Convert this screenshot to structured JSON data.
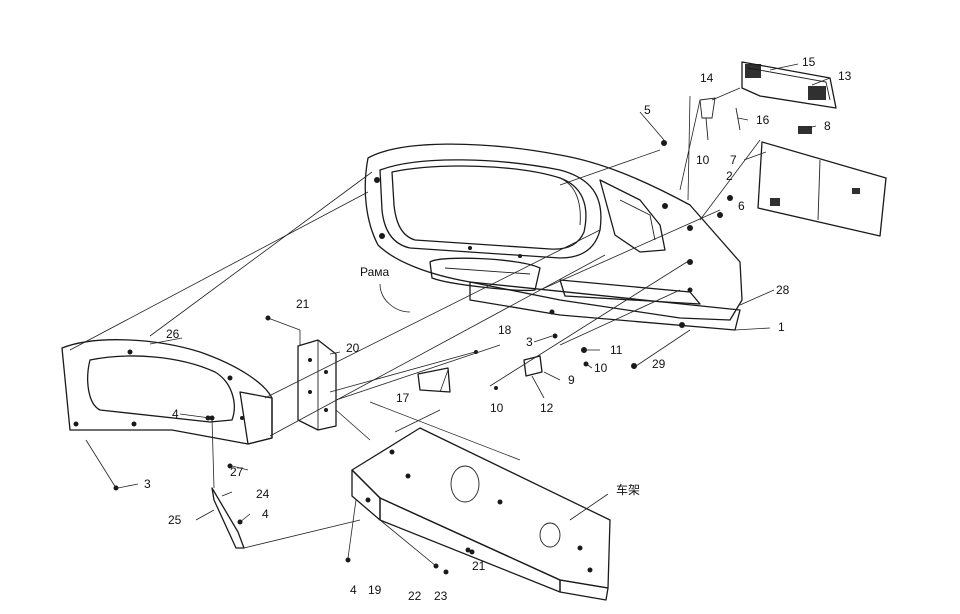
{
  "callouts": [
    {
      "id": "c1",
      "text": "1"
    },
    {
      "id": "c2",
      "text": "2"
    },
    {
      "id": "c3a",
      "text": "3"
    },
    {
      "id": "c3b",
      "text": "3"
    },
    {
      "id": "c4a",
      "text": "4"
    },
    {
      "id": "c4b",
      "text": "4"
    },
    {
      "id": "c4c",
      "text": "4"
    },
    {
      "id": "c5",
      "text": "5"
    },
    {
      "id": "c6",
      "text": "6"
    },
    {
      "id": "c7",
      "text": "7"
    },
    {
      "id": "c8",
      "text": "8"
    },
    {
      "id": "c9",
      "text": "9"
    },
    {
      "id": "c10a",
      "text": "10"
    },
    {
      "id": "c10b",
      "text": "10"
    },
    {
      "id": "c10c",
      "text": "10"
    },
    {
      "id": "c11",
      "text": "11"
    },
    {
      "id": "c12",
      "text": "12"
    },
    {
      "id": "c13",
      "text": "13"
    },
    {
      "id": "c14",
      "text": "14"
    },
    {
      "id": "c15",
      "text": "15"
    },
    {
      "id": "c16",
      "text": "16"
    },
    {
      "id": "c17",
      "text": "17"
    },
    {
      "id": "c18",
      "text": "18"
    },
    {
      "id": "c19",
      "text": "19"
    },
    {
      "id": "c20",
      "text": "20"
    },
    {
      "id": "c21a",
      "text": "21"
    },
    {
      "id": "c21b",
      "text": "21"
    },
    {
      "id": "c22",
      "text": "22"
    },
    {
      "id": "c23",
      "text": "23"
    },
    {
      "id": "c24",
      "text": "24"
    },
    {
      "id": "c25",
      "text": "25"
    },
    {
      "id": "c26",
      "text": "26"
    },
    {
      "id": "c27",
      "text": "27"
    },
    {
      "id": "c28",
      "text": "28"
    },
    {
      "id": "c29",
      "text": "29"
    }
  ],
  "labels": {
    "frame_ru": "Рама",
    "frame_cn": "车架"
  }
}
